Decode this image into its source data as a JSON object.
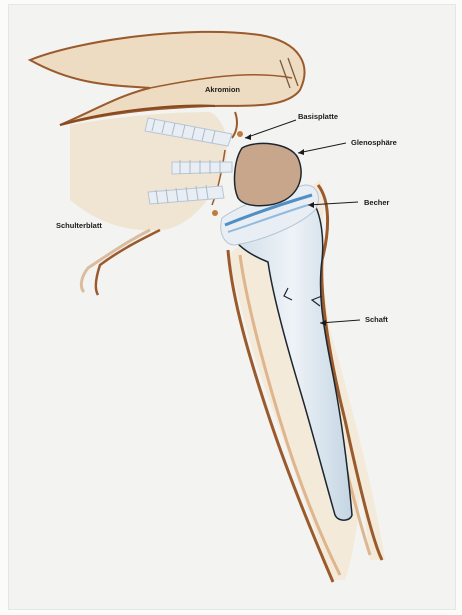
{
  "labels": {
    "akromion": "Akromion",
    "basisplatte": "Basisplatte",
    "glenosphaere": "Glenosphäre",
    "becher": "Becher",
    "schulterblatt": "Schulterblatt",
    "schaft": "Schaft"
  },
  "colors": {
    "bone_outline": "#9a5a2c",
    "bone_fill": "#e6c79a",
    "implant": "#dfe8ef",
    "implant_shadow": "#a9c0d6",
    "glenosphere": "#c8a68c",
    "cup_band": "#4f8fc6",
    "ink": "#1b1b1b"
  }
}
